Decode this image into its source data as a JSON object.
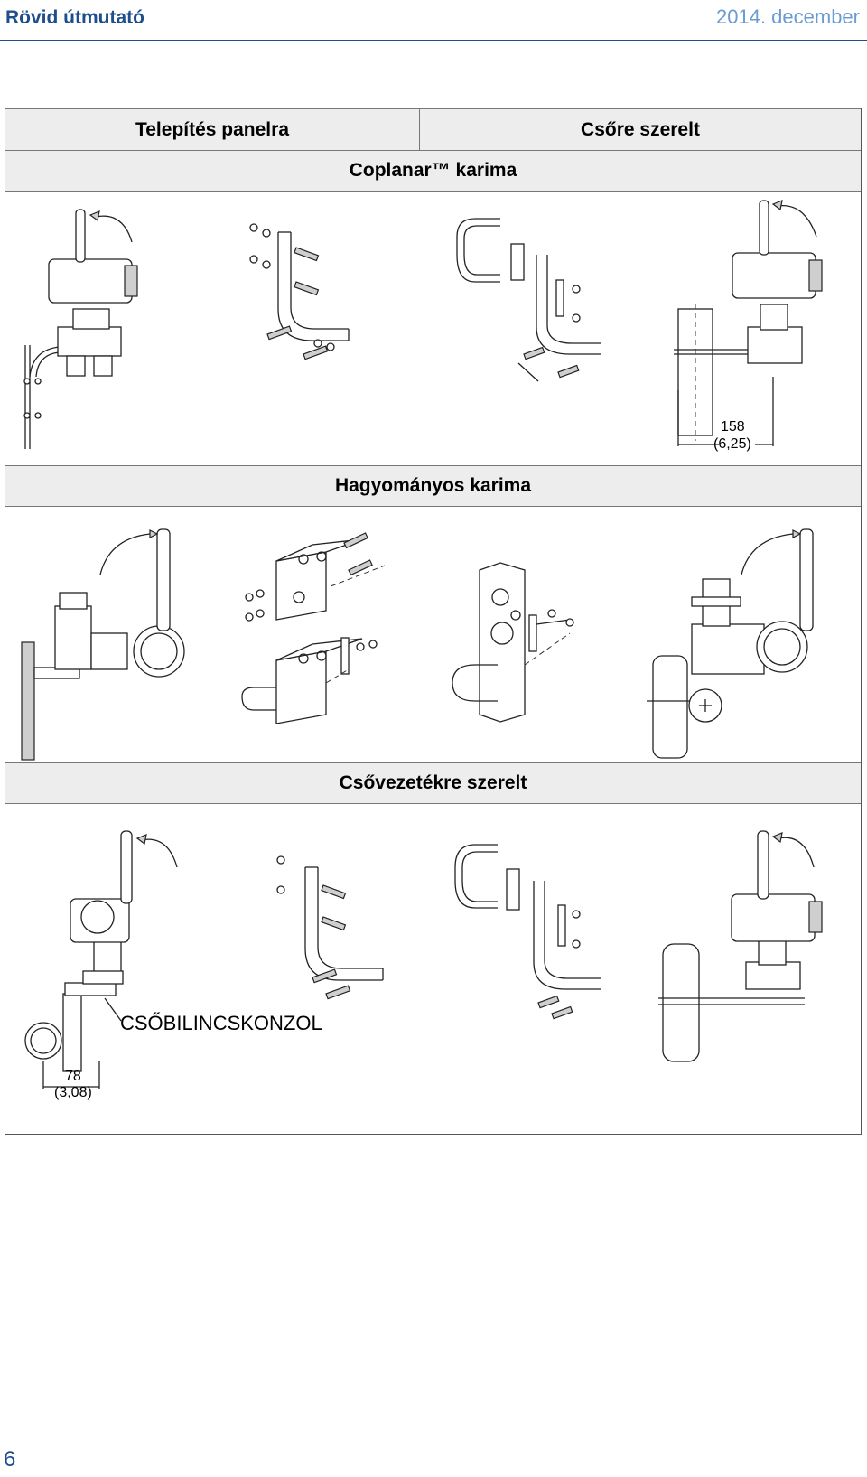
{
  "header": {
    "title": "Rövid útmutató",
    "date": "2014. december"
  },
  "table": {
    "col_left": "Telepítés panelra",
    "col_right": "Csőre szerelt",
    "section_coplanar": "Coplanar™ karima",
    "section_traditional": "Hagyományos karima",
    "section_inline": "Csővezetékre szerelt"
  },
  "dimensions": {
    "coplanar_pipe_value": "158",
    "coplanar_pipe_inch": "(6,25)",
    "inline_value": "78",
    "inline_inch": "(3,08)",
    "bracket_label": "CSŐBILINCSKONZOL"
  },
  "footer": {
    "page_number": "6"
  }
}
